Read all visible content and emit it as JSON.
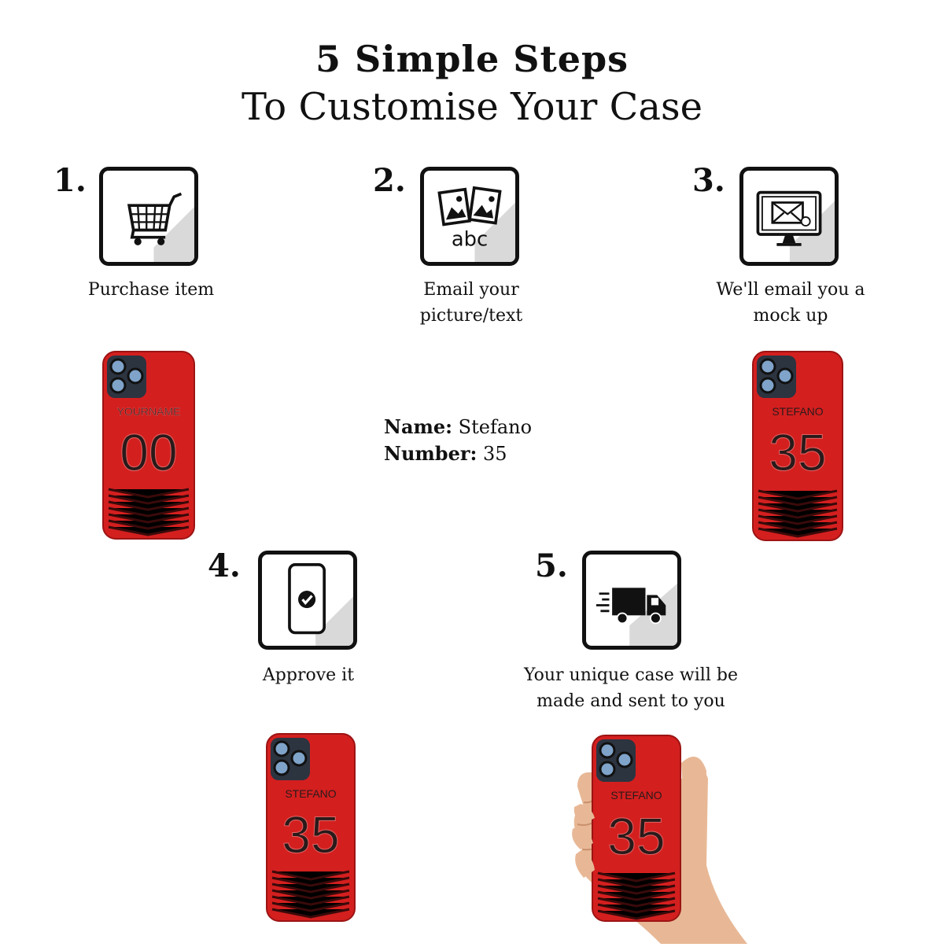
{
  "heading": {
    "line1": "5 Simple Steps",
    "line2": "To Customise Your Case"
  },
  "steps": [
    {
      "number": "1.",
      "icon": "shopping-cart-icon",
      "caption": [
        "Purchase item"
      ]
    },
    {
      "number": "2.",
      "icon": "photos-text-icon",
      "icon_text": "abc",
      "caption": [
        "Email your",
        "picture/text"
      ]
    },
    {
      "number": "3.",
      "icon": "monitor-email-icon",
      "caption": [
        "We'll email you a",
        "mock up"
      ]
    },
    {
      "number": "4.",
      "icon": "phone-check-icon",
      "caption": [
        "Approve it"
      ]
    },
    {
      "number": "5.",
      "icon": "delivery-truck-icon",
      "caption": [
        "Your unique case will be",
        "made and sent to you"
      ]
    }
  ],
  "customisation": {
    "name_label": "Name:",
    "name_value": "Stefano",
    "number_label": "Number:",
    "number_value": "35"
  },
  "phones": {
    "template": {
      "name": "YOURNAME",
      "number": "00"
    },
    "mockup": {
      "name": "STEFANO",
      "number": "35"
    },
    "case_color": "#d41f1f",
    "text_color": "#2a1a1a"
  }
}
